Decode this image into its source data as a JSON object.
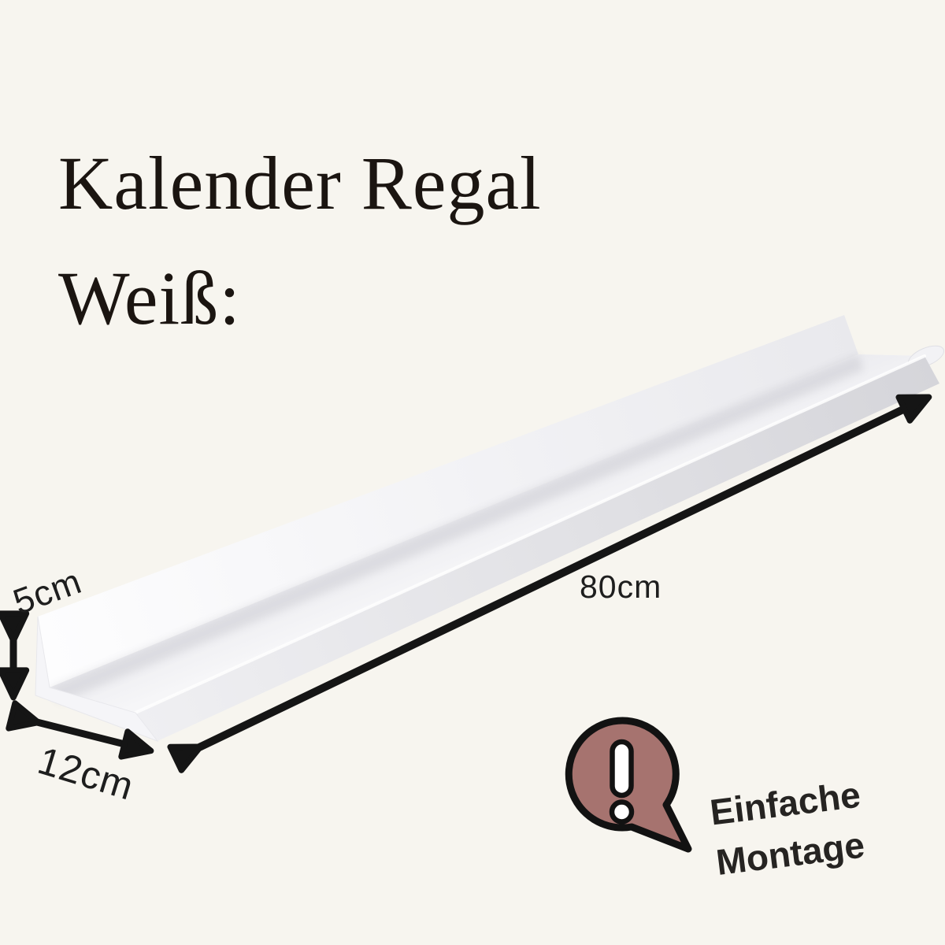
{
  "background_color": "#f7f5ef",
  "title": {
    "full": "Kalender Regal Weiß:",
    "line1": "Kalender Regal",
    "line2": "Weiß:"
  },
  "dimensions": {
    "height": "5cm",
    "depth": "12cm",
    "length": "80cm"
  },
  "callout": {
    "line1": "Einfache",
    "line2": "Montage",
    "icon": "exclamation-speech-bubble",
    "bubble_color": "#a6736f",
    "outline_color": "#121212"
  },
  "colors": {
    "arrow": "#151515",
    "label_text": "#1e1e1e",
    "title_text": "#1b1511",
    "shelf_white": "#fafafb"
  }
}
